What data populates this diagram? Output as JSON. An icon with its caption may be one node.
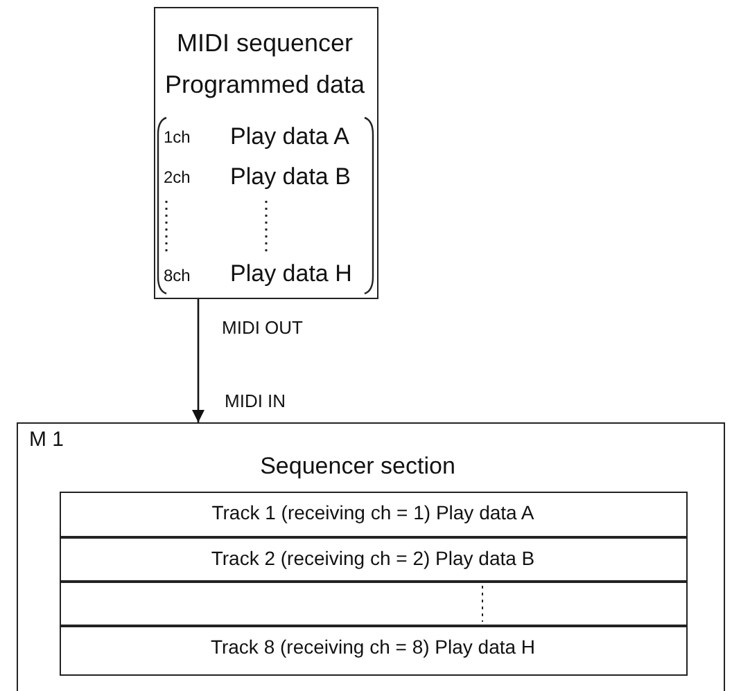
{
  "diagram": {
    "nodes": [
      {
        "text": [
          "MIDI sequencer Programmed data",
          "1ch",
          "Play data A",
          "2ch",
          "Play data B",
          "8ch",
          "Play data H"
        ],
        "beside": [
          "MIDI OUT"
        ]
      },
      {
        "text": [
          "M 1",
          "Sequencer section"
        ],
        "beside": [
          "MIDI IN"
        ]
      },
      {
        "text": [
          "Track 1 (receiving ch = 1) Play data A"
        ],
        "in": 1
      },
      {
        "text": [
          "Track 2 (receiving ch = 2)  Play data B"
        ],
        "in": 1
      },
      {
        "text": [],
        "shape": "box",
        "in": 1
      },
      {
        "text": [
          "Track 8 (receiving ch = 8) Play data H"
        ],
        "in": 1
      }
    ],
    "edges": [
      {
        "from": 0,
        "to": 1,
        "arrow": "to"
      }
    ]
  }
}
